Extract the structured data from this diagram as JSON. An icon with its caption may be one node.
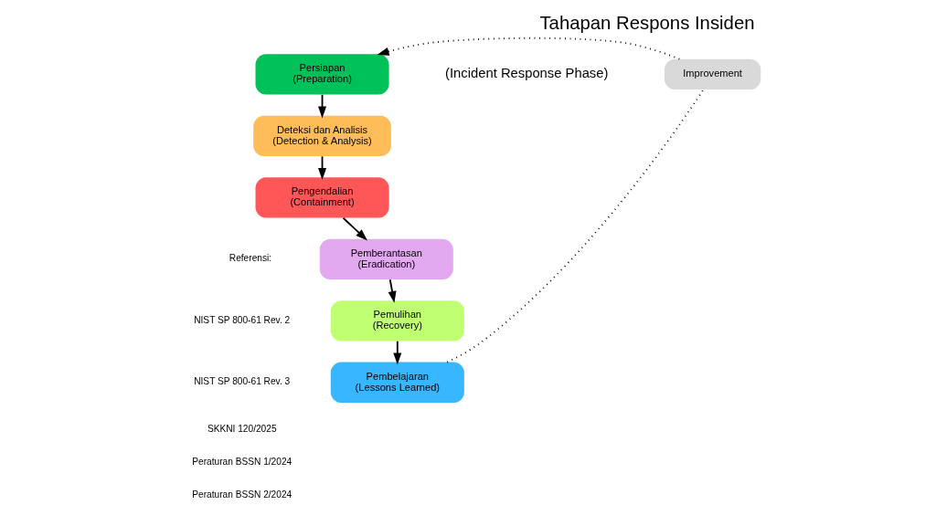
{
  "diagram": {
    "title": "Tahapan Respons Insiden",
    "nodes": [
      {
        "text": [
          "Persiapan",
          "(Preparation)"
        ]
      },
      {
        "text": [
          "Deteksi dan Analisis",
          "(Detection & Analysis)"
        ]
      },
      {
        "text": [
          "Pengendalian",
          "(Containment)"
        ]
      },
      {
        "text": [
          "Pemberantasan",
          "(Eradication)"
        ]
      },
      {
        "text": [
          "Pemulihan",
          "(Recovery)"
        ]
      },
      {
        "text": [
          "Pembelajaran",
          "(Lessons Learned)"
        ]
      },
      {
        "text": [
          "Improvement"
        ]
      }
    ],
    "edges": [
      {
        "from": 0,
        "to": 1,
        "arrow": "to"
      },
      {
        "from": 1,
        "to": 2,
        "arrow": "to"
      },
      {
        "from": 2,
        "to": 3,
        "arrow": "to"
      },
      {
        "from": 3,
        "to": 4,
        "arrow": "to"
      },
      {
        "from": 4,
        "to": 5,
        "arrow": "to"
      },
      {
        "from": 5,
        "to": 6,
        "arrow": "none",
        "style": "dashed"
      },
      {
        "from": 6,
        "to": 0,
        "arrow": "to",
        "style": "dashed"
      }
    ],
    "labels": [
      "(Incident Response Phase)",
      "Referensi:",
      "NIST SP 800-61 Rev. 2",
      "NIST SP 800-61 Rev. 3",
      "SKKNI 120/2025",
      "Peraturan BSSN 1/2024",
      "Peraturan BSSN 2/2024"
    ]
  }
}
